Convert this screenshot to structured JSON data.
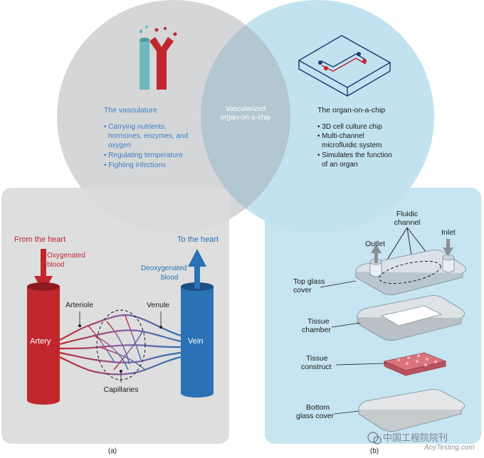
{
  "venn": {
    "left": {
      "title": "The vasculature",
      "bullets": [
        "• Carrying nutrients,",
        "hormones, enzymes, and",
        "oxygen",
        "• Regulating temperature",
        "• Fighting infections"
      ]
    },
    "center": {
      "line1": "Vascularized",
      "line2": "organ-on-a-chip"
    },
    "right": {
      "title": "The organ-on-a-chip",
      "bullets": [
        "• 3D cell culture chip",
        "• Multi-channel",
        "microfluidic system",
        "• Simulates the function",
        "of an organ"
      ]
    }
  },
  "panel_a": {
    "from_heart": "From the heart",
    "oxygenated_1": "Oxygenated",
    "oxygenated_2": "blood",
    "to_heart": "To the heart",
    "deoxygenated_1": "Deoxygenated",
    "deoxygenated_2": "blood",
    "arteriole": "Arteriole",
    "venule": "Venule",
    "artery": "Artery",
    "vein": "Vein",
    "capillaries": "Capillaries",
    "caption": "(a)"
  },
  "panel_b": {
    "fluidic_1": "Fluidic",
    "fluidic_2": "channel",
    "outlet": "Outlet",
    "inlet": "Inlet",
    "top_glass_1": "Top glass",
    "top_glass_2": "cover",
    "tissue_chamber_1": "Tissue",
    "tissue_chamber_2": "chamber",
    "tissue_construct_1": "Tissue",
    "tissue_construct_2": "construct",
    "bottom_glass_1": "Bottom",
    "bottom_glass_2": "glass cover",
    "caption": "(b)"
  },
  "watermark": {
    "line1": "中国工程院院刊",
    "line2": "AnyTesting.com"
  },
  "colors": {
    "left_circle": "#d5d6d8",
    "right_circle": "#c2e2f0",
    "overlap": "#b2c7d1",
    "red": "#c0272d",
    "blue": "#2a72b5",
    "teal": "#6fb8c2",
    "left_text": "#3b7fc4"
  }
}
